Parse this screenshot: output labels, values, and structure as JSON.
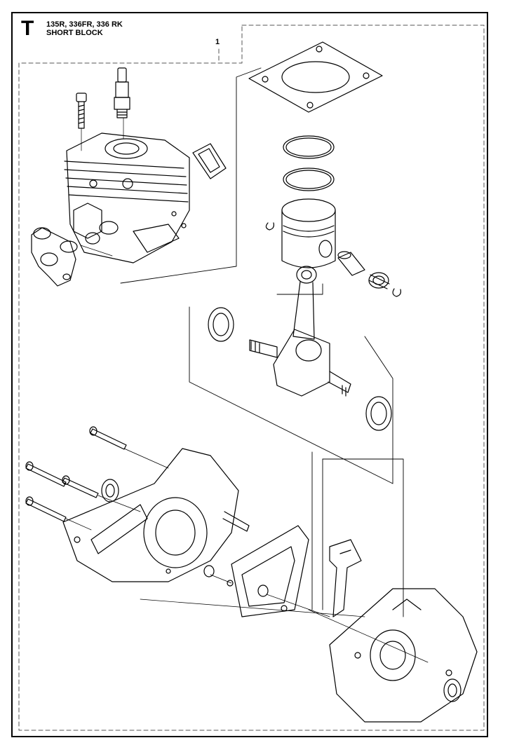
{
  "page": {
    "section_letter": "T",
    "models": "135R, 336FR, 336 RK",
    "assembly_title": "SHORT BLOCK",
    "callout_number": "1"
  },
  "colors": {
    "ink": "#000000",
    "paper": "#ffffff",
    "dash": "#555555"
  }
}
